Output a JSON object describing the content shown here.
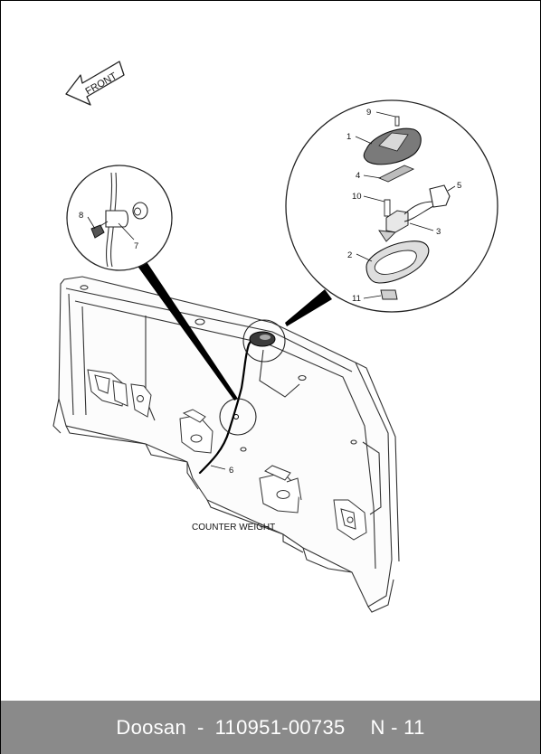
{
  "diagram": {
    "direction_label": "FRONT",
    "component_label": "COUNTER WEIGHT",
    "callouts": [
      "1",
      "2",
      "3",
      "4",
      "5",
      "6",
      "7",
      "8",
      "9",
      "10",
      "11"
    ]
  },
  "footer": {
    "brand": "Doosan",
    "separator": "-",
    "part_number": "110951-00735",
    "page_ref": "N - 11"
  }
}
